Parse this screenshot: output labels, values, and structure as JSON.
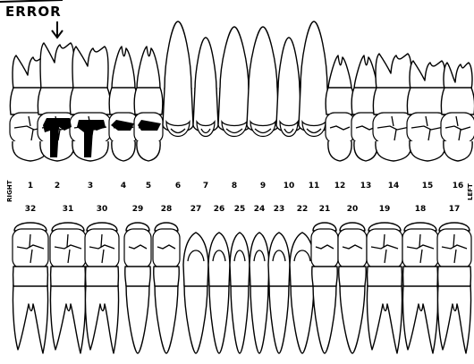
{
  "annotation": {
    "label": "ERROR"
  },
  "side_labels": {
    "right": "RIGHT",
    "left": "LEFT"
  },
  "upper_teeth": [
    "1",
    "2",
    "3",
    "4",
    "5",
    "6",
    "7",
    "8",
    "9",
    "10",
    "11",
    "12",
    "13",
    "14",
    "15",
    "16"
  ],
  "lower_teeth": [
    "32",
    "31",
    "30",
    "29",
    "28",
    "27",
    "26",
    "25",
    "24",
    "23",
    "22",
    "21",
    "20",
    "19",
    "18",
    "17"
  ],
  "marked_tooth": "2",
  "filled_teeth": [
    "2",
    "3",
    "4",
    "5"
  ]
}
